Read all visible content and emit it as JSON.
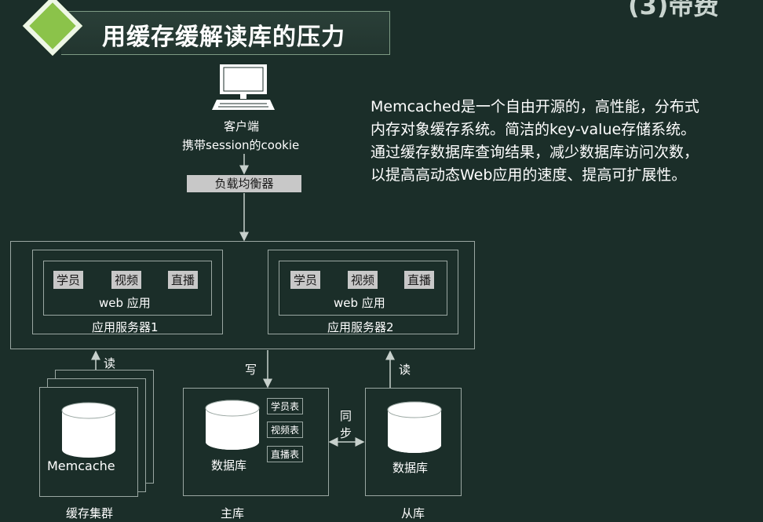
{
  "header": {
    "title": "用缓存缓解读库的压力",
    "corner_text": "(3)带费"
  },
  "description": {
    "lines": [
      "Memcached是一个自由开源的，高性能，分布式",
      "内存对象缓存系统。简洁的key-value存储系统。",
      "通过缓存数据库查询结果，减少数据库访问次数，",
      "以提高高动态Web应用的速度、提高可扩展性。"
    ]
  },
  "client": {
    "label1": "客户端",
    "label2": "携带session的cookie"
  },
  "load_balancer": {
    "label": "负载均衡器"
  },
  "servers": [
    {
      "chips": [
        "学员",
        "视频",
        "直播"
      ],
      "app": "web 应用",
      "name": "应用服务器1"
    },
    {
      "chips": [
        "学员",
        "视频",
        "直播"
      ],
      "app": "web 应用",
      "name": "应用服务器2"
    }
  ],
  "arrows": {
    "read1": "读",
    "write": "写",
    "read2": "读",
    "sync": "同步"
  },
  "cache_cluster": {
    "inner": "Memcache",
    "caption": "缓存集群"
  },
  "master": {
    "db": "数据库",
    "tables": [
      "学员表",
      "视频表",
      "直播表"
    ],
    "caption": "主库"
  },
  "slave": {
    "db": "数据库",
    "caption": "从库"
  }
}
